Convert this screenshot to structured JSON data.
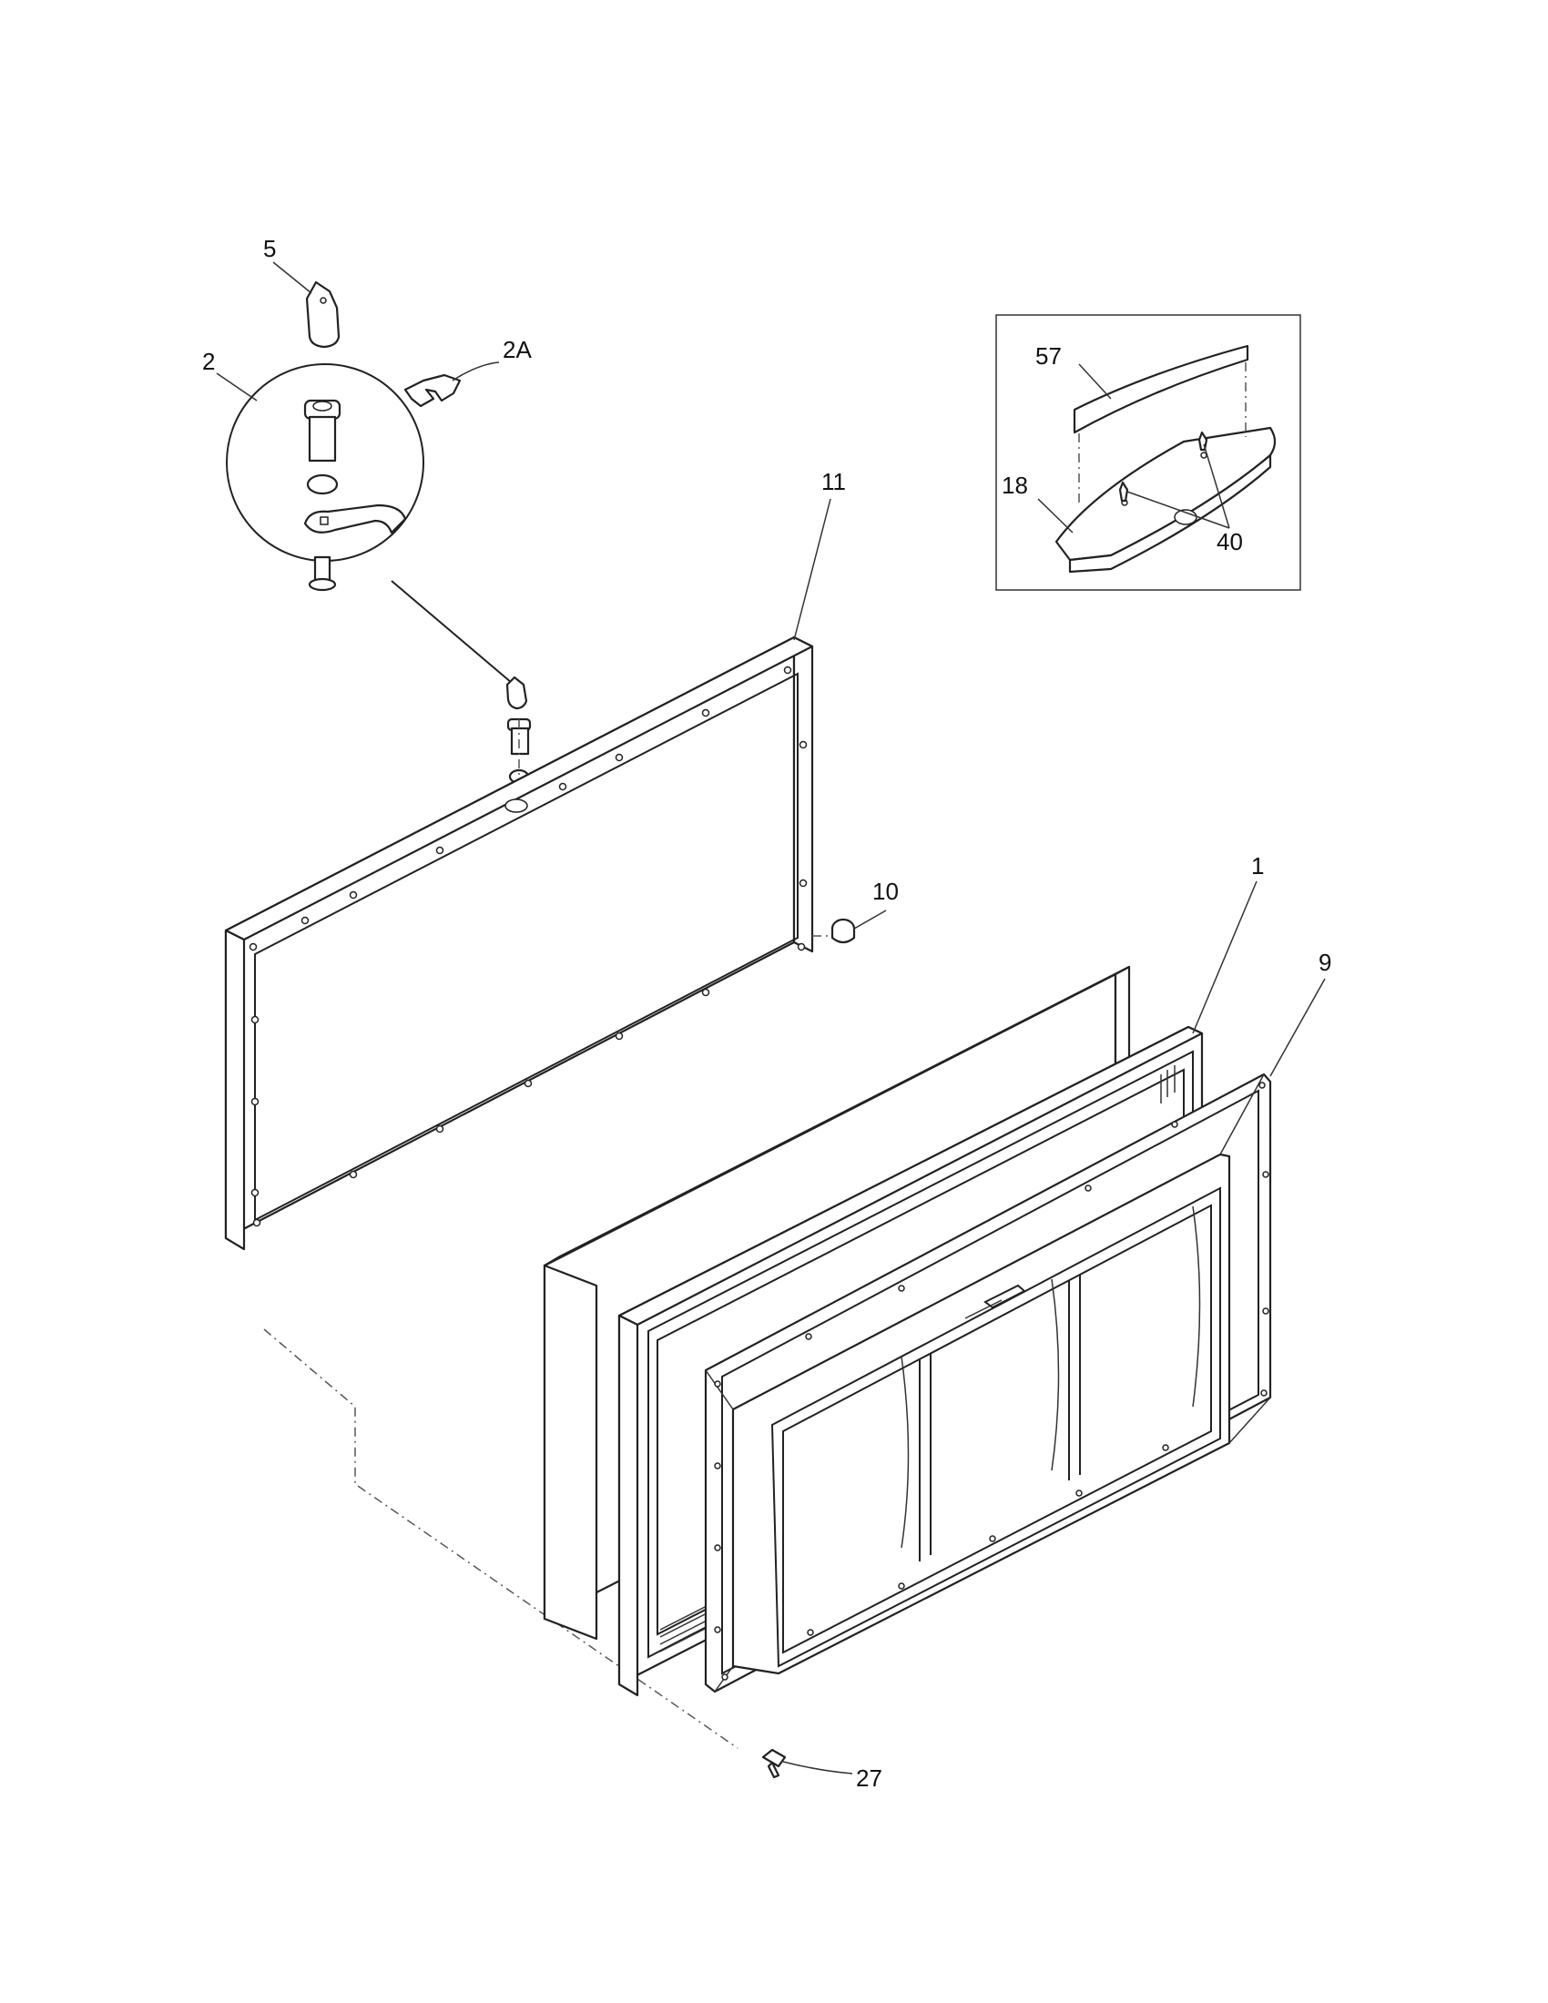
{
  "diagram": {
    "callouts": {
      "p5": "5",
      "p2": "2",
      "p2a": "2A",
      "p11": "11",
      "p57": "57",
      "p18": "18",
      "p40": "40",
      "p10": "10",
      "p1": "1",
      "p9": "9",
      "p27": "27"
    }
  }
}
